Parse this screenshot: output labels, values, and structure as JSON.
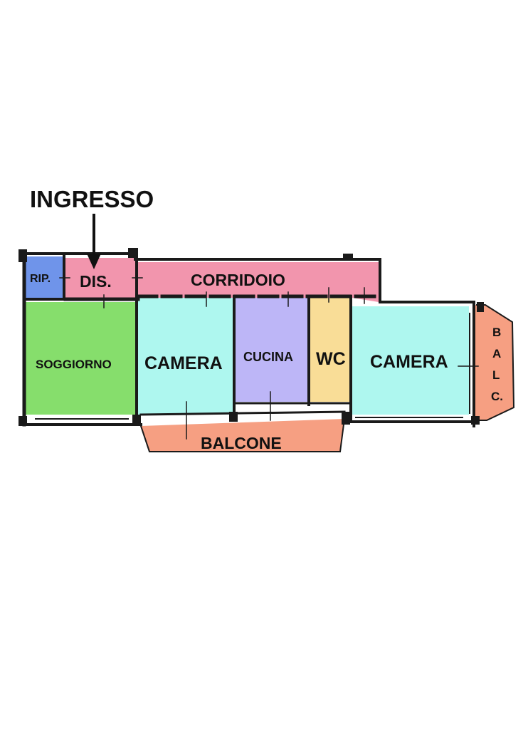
{
  "entrance_label": "INGRESSO",
  "rooms": {
    "rip": {
      "label": "RIP.",
      "color": "#6f94ea"
    },
    "dis": {
      "label": "DIS.",
      "color": "#f295ad"
    },
    "corridoio": {
      "label": "CORRIDOIO",
      "color": "#f295ad"
    },
    "soggiorno": {
      "label": "SOGGIORNO",
      "color": "#86de6c"
    },
    "camera_left": {
      "label": "CAMERA",
      "color": "#aef7ef"
    },
    "cucina": {
      "label": "CUCINA",
      "color": "#bdb6f7"
    },
    "wc": {
      "label": "WC",
      "color": "#f9dd97"
    },
    "camera_right": {
      "label": "CAMERA",
      "color": "#aef7ef"
    },
    "balcone": {
      "label": "BALCONE",
      "color": "#f69f82"
    },
    "balc": {
      "label_lines": [
        "B",
        "A",
        "L",
        "C."
      ],
      "color": "#f69f82"
    }
  },
  "colors": {
    "wall": "#1a1a1a",
    "text": "#111111"
  },
  "icons": {
    "entrance": "arrow-down-icon"
  }
}
